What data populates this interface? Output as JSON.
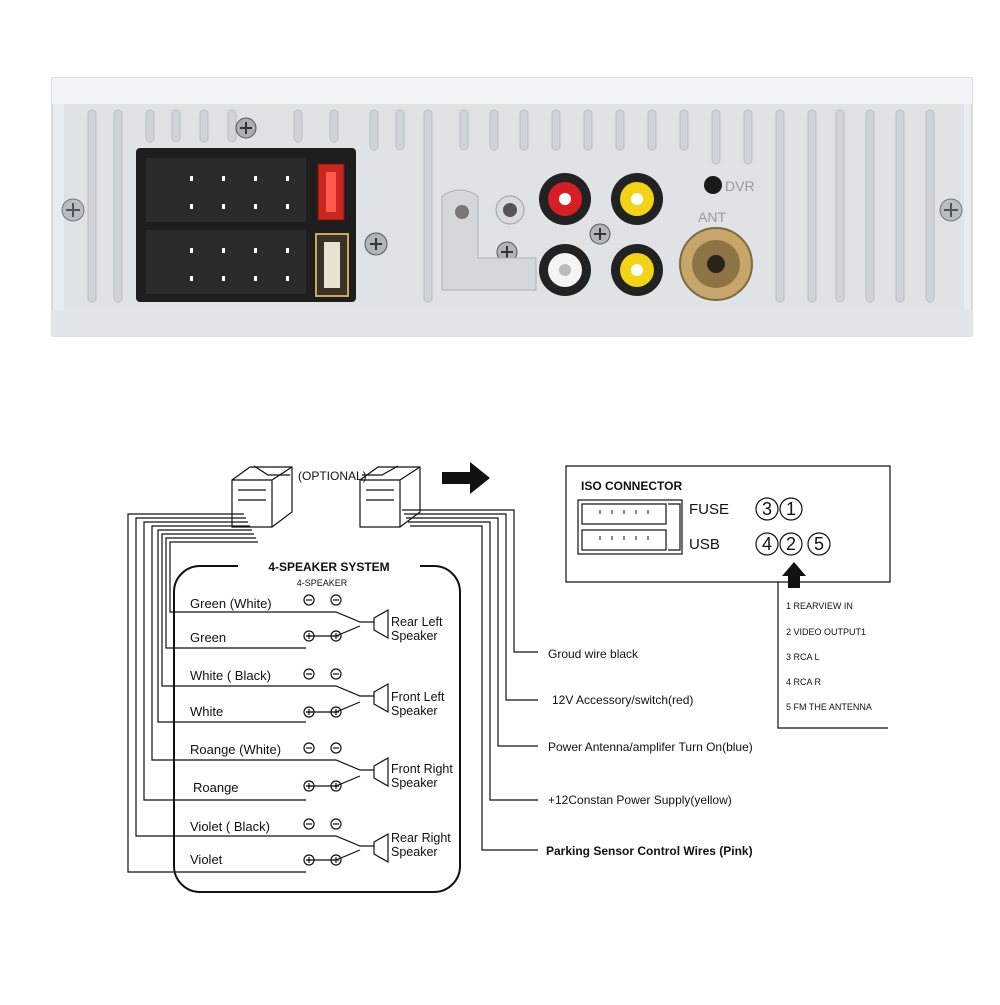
{
  "panel": {
    "label_dvr": "DVR",
    "label_ant": "ANT"
  },
  "diagram": {
    "optional": "(OPTIONAL)",
    "system_title": "4-SPEAKER SYSTEM",
    "system_subtitle": "4-SPEAKER",
    "wire_pairs": [
      {
        "neg": "Green (White)",
        "pos": "Green",
        "speaker_line1": "Rear Left",
        "speaker_line2": "Speaker"
      },
      {
        "neg": "White ( Black)",
        "pos": "White",
        "speaker_line1": "Front Left",
        "speaker_line2": "Speaker"
      },
      {
        "neg": "Roange (White)",
        "pos": "Roange",
        "speaker_line1": "Front Right",
        "speaker_line2": "Speaker"
      },
      {
        "neg": "Violet ( Black)",
        "pos": "Violet",
        "speaker_line1": "Rear Right",
        "speaker_line2": "Speaker"
      }
    ],
    "power_wires": [
      "Groud wire black",
      "12V Accessory/switch(red)",
      "Power Antenna/amplifer Turn On(blue)",
      "+12Constan Power Supply(yellow)",
      "Parking Sensor Control Wires (Pink)"
    ]
  },
  "iso": {
    "title": "ISO CONNECTOR",
    "fuse": "FUSE",
    "usb": "USB",
    "n1": "1",
    "n2": "2",
    "n3": "3",
    "n4": "4",
    "n5": "5",
    "legend": [
      "1 REARVIEW IN",
      "2 VIDEO OUTPUT1",
      "3 RCA L",
      "4 RCA R",
      "5 FM THE ANTENNA"
    ]
  },
  "colors": {
    "panel": "#dfe3e6",
    "rca_red": "#d41f24",
    "rca_yellow": "#f2d318",
    "rca_white": "#f4f4f4",
    "antenna_brass": "#c6a66a",
    "fuse_red": "#c8261f"
  }
}
